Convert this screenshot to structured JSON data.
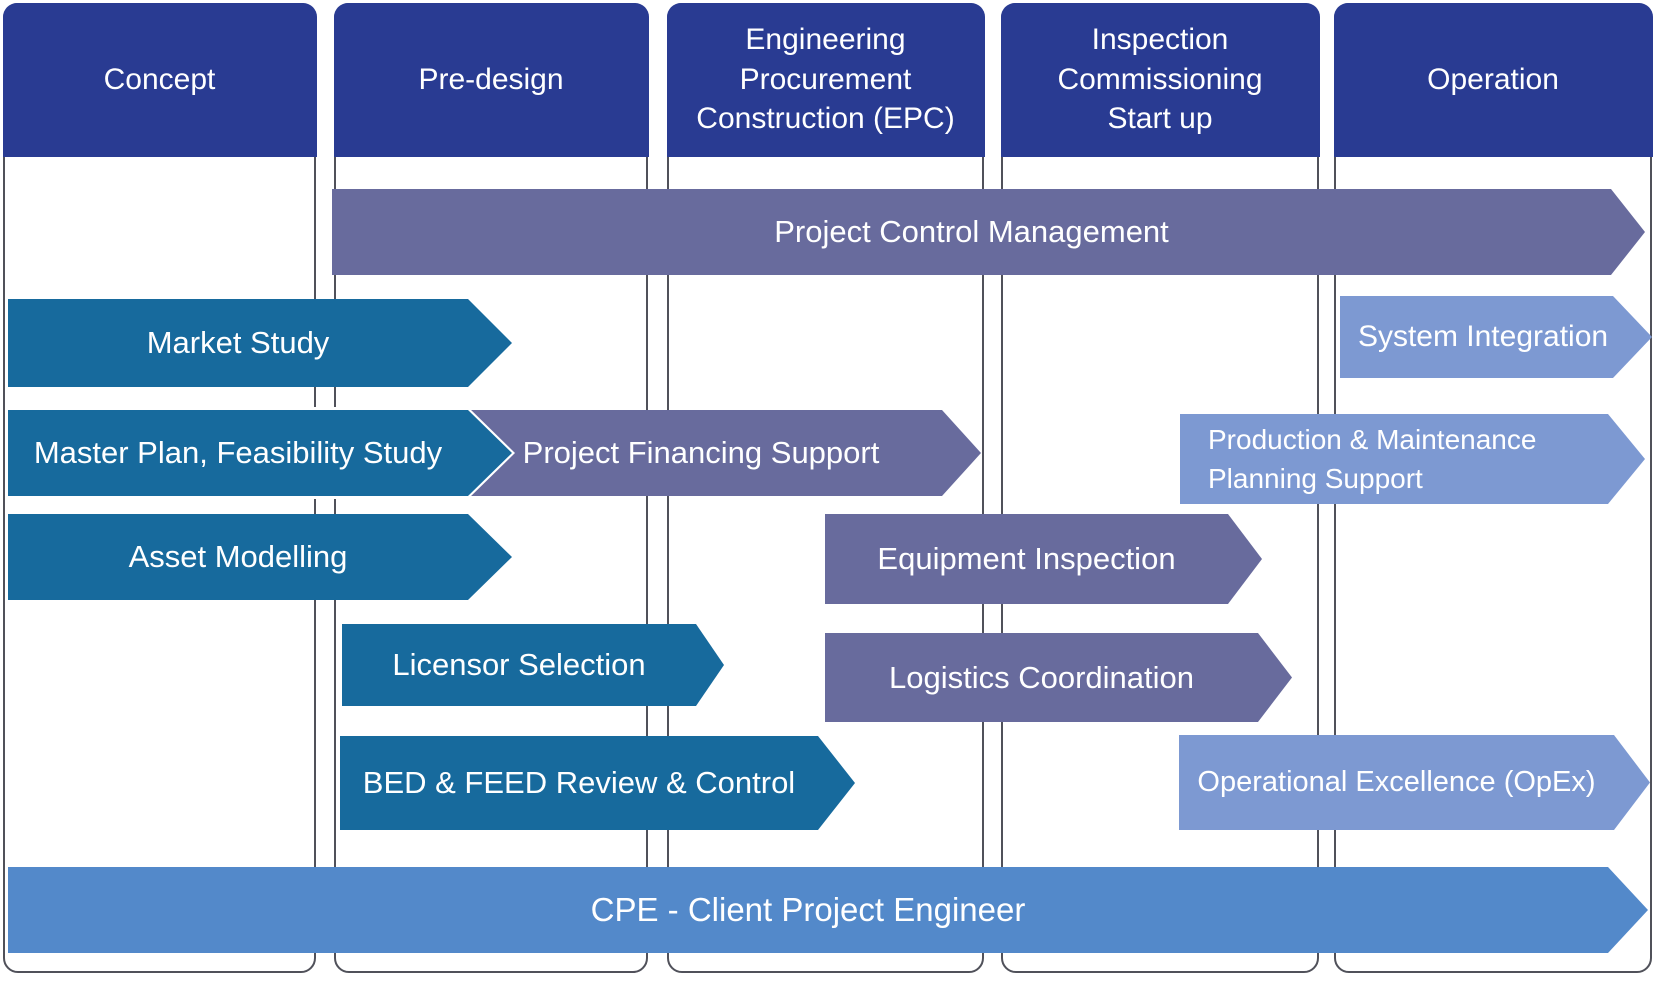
{
  "colors": {
    "header_blue": "#293b92",
    "teal": "#176a9d",
    "purple": "#686b9d",
    "light_blue": "#7d99d2",
    "cpe_blue": "#5389ca",
    "column_border": "#50515a",
    "text": "#ffffff"
  },
  "phases": [
    {
      "label": "Concept"
    },
    {
      "label": "Pre-design"
    },
    {
      "label": "Engineering\nProcurement\nConstruction (EPC)"
    },
    {
      "label": "Inspection\nCommissioning\nStart up"
    },
    {
      "label": "Operation"
    }
  ],
  "bars": {
    "project_control_management": {
      "label": "Project Control Management"
    },
    "market_study": {
      "label": "Market Study"
    },
    "system_integration": {
      "label": "System Integration"
    },
    "master_plan_feasibility_study": {
      "label": "Master Plan, Feasibility Study"
    },
    "project_financing_support": {
      "label": "Project Financing Support"
    },
    "production_maintenance_planning_support": {
      "label": "Production & Maintenance\nPlanning Support"
    },
    "asset_modelling": {
      "label": "Asset Modelling"
    },
    "equipment_inspection": {
      "label": "Equipment Inspection"
    },
    "licensor_selection": {
      "label": "Licensor Selection"
    },
    "logistics_coordination": {
      "label": "Logistics Coordination"
    },
    "bed_feed_review_control": {
      "label": "BED & FEED Review & Control"
    },
    "operational_excellence": {
      "label": "Operational Excellence (OpEx)"
    },
    "cpe_client_project_engineer": {
      "label": "CPE - Client Project Engineer"
    }
  }
}
